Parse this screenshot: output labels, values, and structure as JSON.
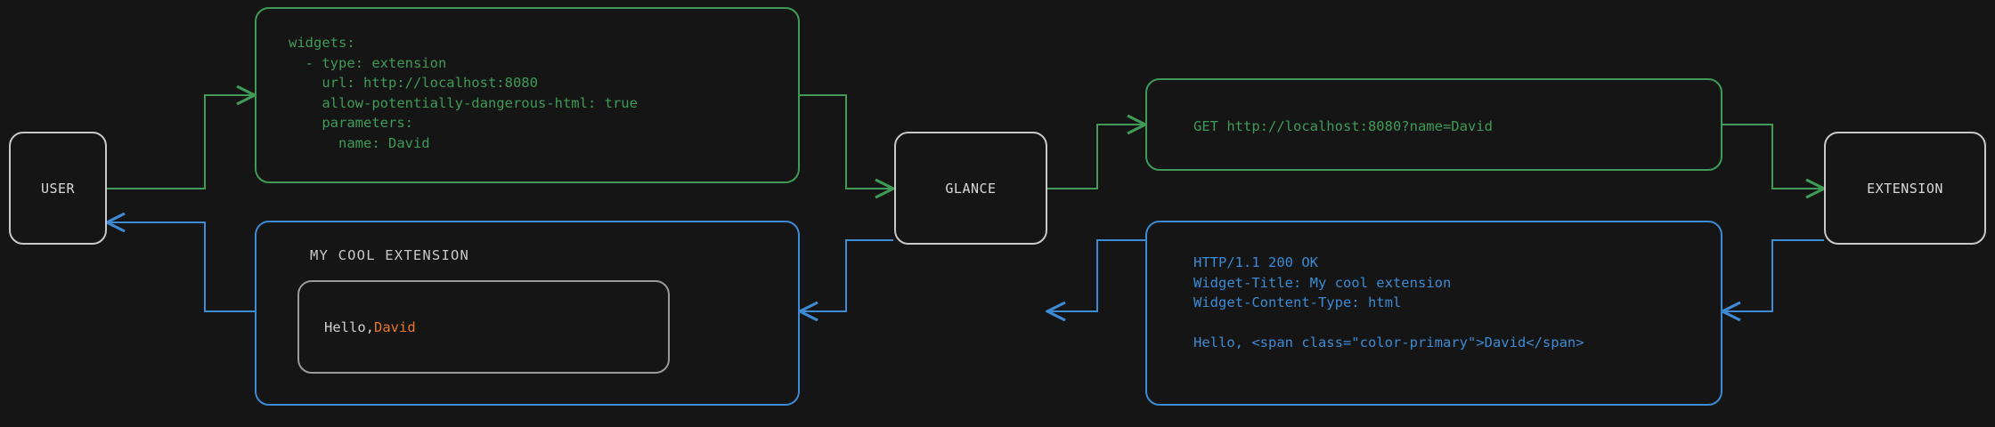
{
  "theme": {
    "background": "#151515",
    "node_border": "#c8c8c8",
    "node_text": "#d8d8d8",
    "request_color": "#3f9b56",
    "response_color": "#3d8bd4",
    "widget_border": "#9a9a9a",
    "widget_text": "#d0d0d0",
    "accent": "#e8762c"
  },
  "nodes": {
    "user": "USER",
    "glance": "GLANCE",
    "extension": "EXTENSION"
  },
  "panels": {
    "config": {
      "text": "widgets:\n  - type: extension\n    url: http://localhost:8080\n    allow-potentially-dangerous-html: true\n    parameters:\n      name: David"
    },
    "request": {
      "text": "GET http://localhost:8080?name=David"
    },
    "response": {
      "text": "HTTP/1.1 200 OK\nWidget-Title: My cool extension\nWidget-Content-Type: html\n\nHello, <span class=\"color-primary\">David</span>"
    },
    "widget_preview": {
      "title": "MY COOL EXTENSION",
      "greeting": "Hello, ",
      "name": "David"
    }
  },
  "edges": [
    {
      "name": "user-to-config",
      "kind": "request"
    },
    {
      "name": "config-to-glance",
      "kind": "request"
    },
    {
      "name": "glance-to-request",
      "kind": "request"
    },
    {
      "name": "request-to-extension",
      "kind": "request"
    },
    {
      "name": "extension-to-response",
      "kind": "response"
    },
    {
      "name": "response-to-glance",
      "kind": "response"
    },
    {
      "name": "glance-to-widget-preview",
      "kind": "response"
    },
    {
      "name": "widget-preview-to-user",
      "kind": "response"
    }
  ]
}
